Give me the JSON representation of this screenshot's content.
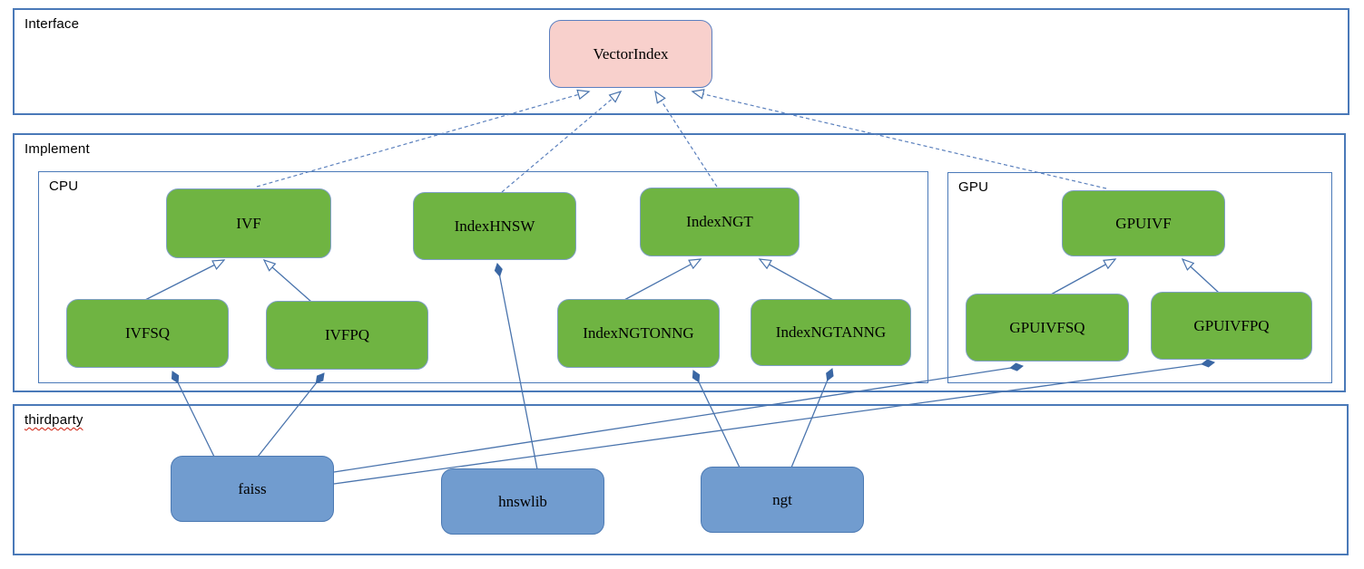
{
  "diagram": {
    "containers": {
      "interface": {
        "label": "Interface"
      },
      "implement": {
        "label": "Implement"
      },
      "cpu": {
        "label": "CPU"
      },
      "gpu": {
        "label": "GPU"
      },
      "thirdparty": {
        "label": "thirdparty"
      }
    },
    "nodes": {
      "vectorindex": {
        "label": "VectorIndex",
        "group": "Interface"
      },
      "ivf": {
        "label": "IVF",
        "group": "CPU"
      },
      "indexhnsw": {
        "label": "IndexHNSW",
        "group": "CPU"
      },
      "indexngt": {
        "label": "IndexNGT",
        "group": "CPU"
      },
      "ivfsq": {
        "label": "IVFSQ",
        "group": "CPU"
      },
      "ivfpq": {
        "label": "IVFPQ",
        "group": "CPU"
      },
      "indexngtonng": {
        "label": "IndexNGTONNG",
        "group": "CPU"
      },
      "indexngtanng": {
        "label": "IndexNGTANNG",
        "group": "CPU"
      },
      "gpuivf": {
        "label": "GPUIVF",
        "group": "GPU"
      },
      "gpuivfsq": {
        "label": "GPUIVFSQ",
        "group": "GPU"
      },
      "gpuivfpq": {
        "label": "GPUIVFPQ",
        "group": "GPU"
      },
      "faiss": {
        "label": "faiss",
        "group": "thirdparty"
      },
      "hnswlib": {
        "label": "hnswlib",
        "group": "thirdparty"
      },
      "ngt": {
        "label": "ngt",
        "group": "thirdparty"
      }
    },
    "edges": [
      {
        "from": "IVF",
        "to": "VectorIndex",
        "type": "realization-dashed-open-arrow"
      },
      {
        "from": "IndexHNSW",
        "to": "VectorIndex",
        "type": "realization-dashed-open-arrow"
      },
      {
        "from": "IndexNGT",
        "to": "VectorIndex",
        "type": "realization-dashed-open-arrow"
      },
      {
        "from": "GPUIVF",
        "to": "VectorIndex",
        "type": "realization-dashed-open-arrow"
      },
      {
        "from": "IVFSQ",
        "to": "IVF",
        "type": "inheritance-open-arrow"
      },
      {
        "from": "IVFPQ",
        "to": "IVF",
        "type": "inheritance-open-arrow"
      },
      {
        "from": "IndexNGTONNG",
        "to": "IndexNGT",
        "type": "inheritance-open-arrow"
      },
      {
        "from": "IndexNGTANNG",
        "to": "IndexNGT",
        "type": "inheritance-open-arrow"
      },
      {
        "from": "GPUIVFSQ",
        "to": "GPUIVF",
        "type": "inheritance-open-arrow"
      },
      {
        "from": "GPUIVFPQ",
        "to": "GPUIVF",
        "type": "inheritance-open-arrow"
      },
      {
        "from": "faiss",
        "to": "IVFSQ",
        "type": "composition-filled-diamond"
      },
      {
        "from": "faiss",
        "to": "IVFPQ",
        "type": "composition-filled-diamond"
      },
      {
        "from": "faiss",
        "to": "GPUIVFSQ",
        "type": "composition-filled-diamond"
      },
      {
        "from": "faiss",
        "to": "GPUIVFPQ",
        "type": "composition-filled-diamond"
      },
      {
        "from": "hnswlib",
        "to": "IndexHNSW",
        "type": "composition-filled-diamond"
      },
      {
        "from": "ngt",
        "to": "IndexNGTONNG",
        "type": "composition-filled-diamond"
      },
      {
        "from": "ngt",
        "to": "IndexNGTANNG",
        "type": "composition-filled-diamond"
      }
    ],
    "colors": {
      "interface_node_fill": "#f8d0cc",
      "implement_node_fill": "#6fb442",
      "thirdparty_node_fill": "#719ccf",
      "connector_solid": "#4a74ad",
      "connector_dashed": "#5b80bd",
      "container_border": "#4a79b8",
      "spellcheck_underline": "#cc1a0a"
    }
  }
}
